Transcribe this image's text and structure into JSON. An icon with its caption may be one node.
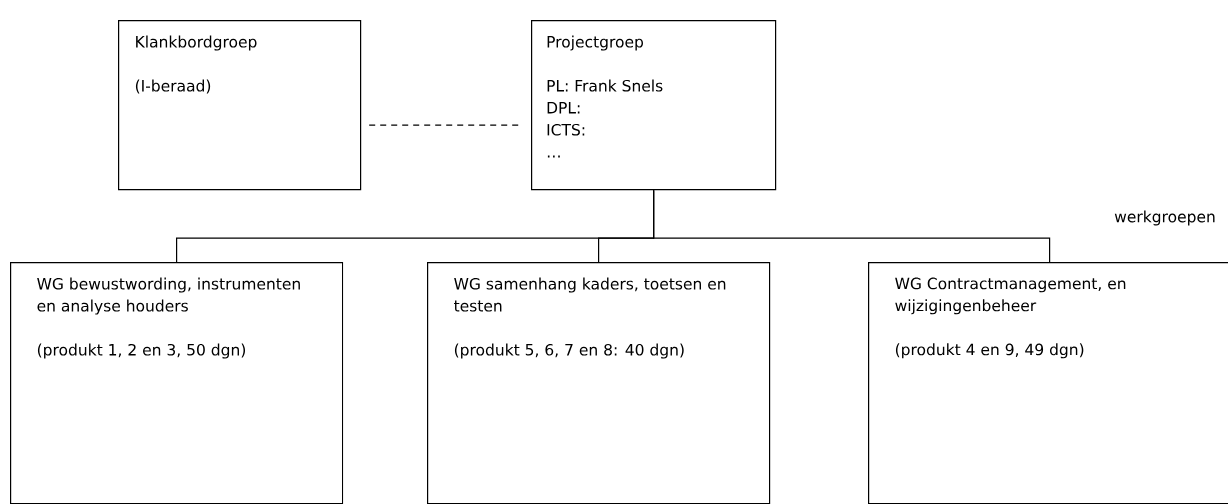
{
  "diagram": {
    "nodes": [
      {
        "text": [
          "Klankbordgroep",
          "(I-beraad)"
        ]
      },
      {
        "text": [
          "Projectgroep",
          "PL: Frank Snels",
          "DPL:",
          "ICTS:",
          "…"
        ]
      },
      {
        "text": [
          "WG bewustwording, instrumenten en analyse houders",
          "(produkt 1, 2 en 3, 50 dgn)"
        ]
      },
      {
        "text": [
          "WG samenhang kaders, toetsen en testen",
          "(produkt 5, 6, 7 en 8: 40 dgn)"
        ]
      },
      {
        "text": [
          "WG Contractmanagement, en wijzigingenbeheer",
          "(produkt 4 en 9, 49 dgn)"
        ]
      }
    ],
    "edges": [
      {
        "from": 0,
        "to": 1,
        "arrow": "none",
        "style": "dashed"
      },
      {
        "from": 1,
        "to": 2,
        "arrow": "none"
      },
      {
        "from": 1,
        "to": 3,
        "arrow": "none"
      },
      {
        "from": 1,
        "to": 4,
        "arrow": "none"
      }
    ],
    "labels": [
      "werkgroepen"
    ]
  }
}
